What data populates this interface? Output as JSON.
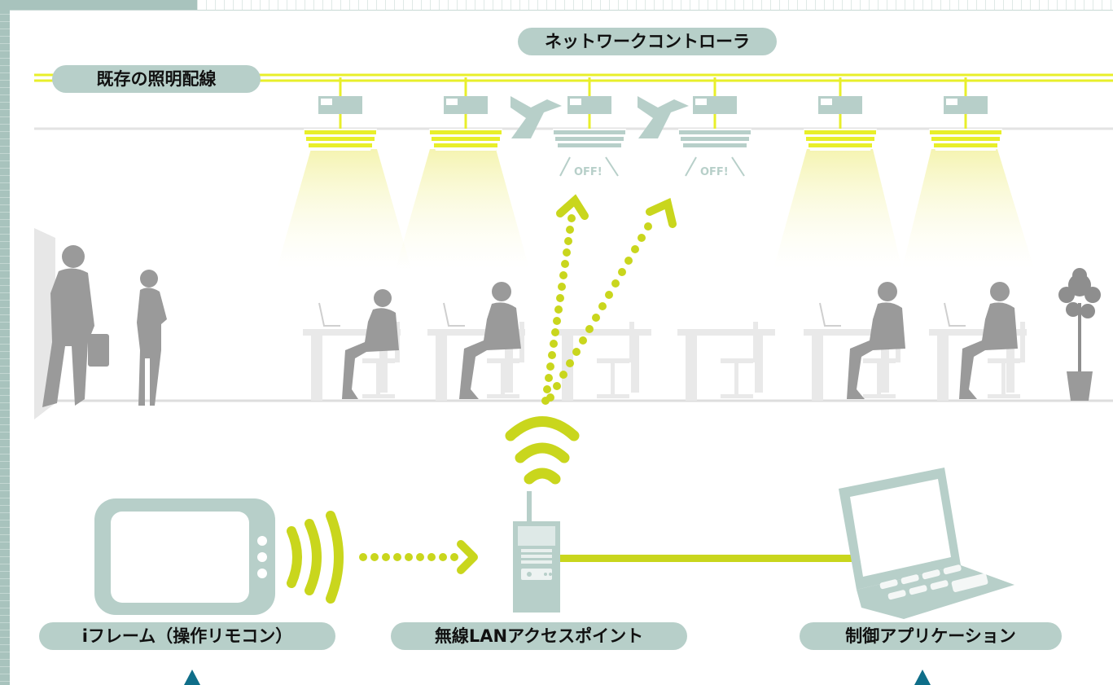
{
  "labels": {
    "network_controller": "ネットワークコントローラ",
    "existing_wiring": "既存の照明配線",
    "iframe_remote": "iフレーム（操作リモコン）",
    "wlan_ap": "無線LANアクセスポイント",
    "control_app": "制御アプリケーション",
    "off": "OFF!"
  },
  "colors": {
    "wire": "#e8ef2a",
    "signal": "#c9d61d",
    "device": "#b7cfc9",
    "person": "#9a9a9a",
    "furniture": "#e9e9e9",
    "accent": "#0f6e89"
  },
  "icons": {
    "lights": "ceiling-light-icon",
    "controllers": "controller-module-icon",
    "tablet": "tablet-icon",
    "laptop": "laptop-icon",
    "ap": "access-point-icon"
  },
  "fixtures": [
    {
      "state": "on"
    },
    {
      "state": "on"
    },
    {
      "state": "off"
    },
    {
      "state": "off"
    },
    {
      "state": "on"
    },
    {
      "state": "on"
    }
  ]
}
